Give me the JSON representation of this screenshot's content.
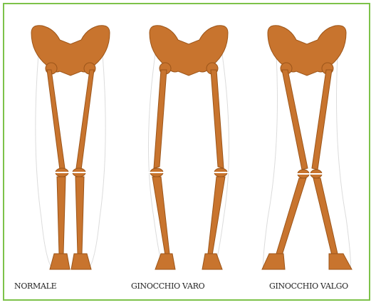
{
  "figure": {
    "panels": [
      {
        "id": "normale",
        "caption": "NORMALE"
      },
      {
        "id": "varo",
        "caption": "GINOCCHIO VARO"
      },
      {
        "id": "valgo",
        "caption": "GINOCCHIO VALGO"
      }
    ],
    "colors": {
      "bone": "#c8742e",
      "bone_dark": "#9c5519",
      "outline": "#d8d8d8",
      "frame": "#7dc24a"
    }
  }
}
